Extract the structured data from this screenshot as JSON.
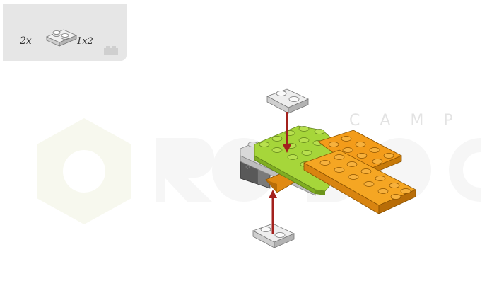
{
  "parts_callout": {
    "quantity": "2x",
    "size": "1x2"
  },
  "watermark": {
    "camp_text": "CAMP"
  },
  "colors": {
    "callout_bg": "#e6e6e6",
    "lime": "#9acd32",
    "orange": "#f39c1a",
    "plate_gray": "#dedede",
    "arrow_red": "#a3211d",
    "dark_gray": "#595959"
  },
  "icons": {
    "part": "plate-1x2-icon",
    "brick": "brick-icon",
    "arrow_top": "arrow-down-icon",
    "arrow_bottom": "arrow-up-icon"
  }
}
